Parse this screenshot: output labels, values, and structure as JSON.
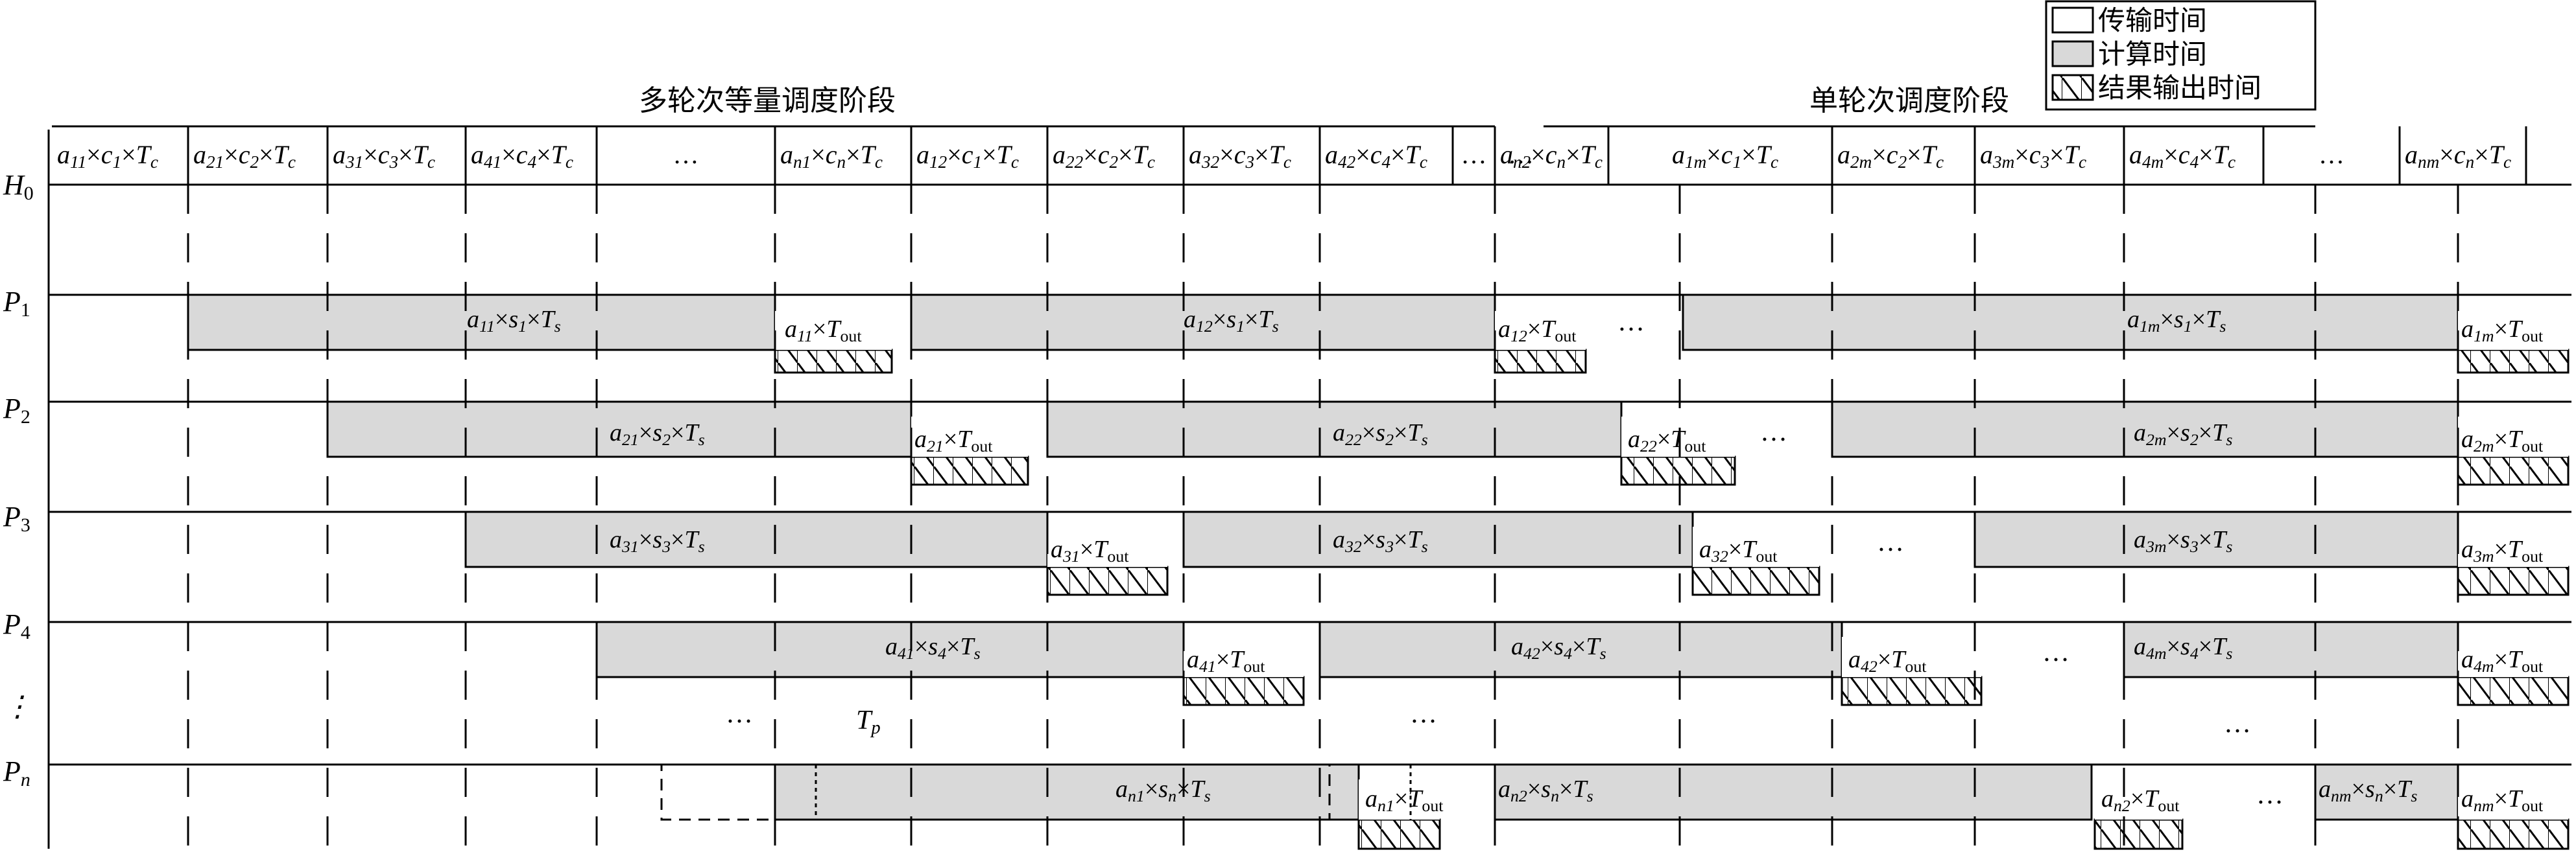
{
  "phase_labels": {
    "multi": "多轮次等量调度阶段",
    "single": "单轮次调度阶段"
  },
  "legend": [
    {
      "text": "传输时间",
      "style": "white"
    },
    {
      "text": "计算时间",
      "style": "gray"
    },
    {
      "text": "结果输出时间",
      "style": "hatch"
    }
  ],
  "colors": {
    "compute_fill": "#d9d9d9",
    "line": "#000000",
    "background": "#ffffff"
  },
  "rows": [
    {
      "main": "H",
      "sub": "0"
    },
    {
      "main": "P",
      "sub": "1"
    },
    {
      "main": "P",
      "sub": "2"
    },
    {
      "main": "P",
      "sub": "3"
    },
    {
      "main": "P",
      "sub": "4"
    },
    {
      "main": "⋮",
      "sub": ""
    },
    {
      "main": "P",
      "sub": "n"
    }
  ],
  "transmissions": [
    {
      "a": "11",
      "c": "1"
    },
    {
      "a": "21",
      "c": "2"
    },
    {
      "a": "31",
      "c": "3"
    },
    {
      "a": "41",
      "c": "4"
    },
    {
      "ellipsis": true
    },
    {
      "a": "n1",
      "c": "n"
    },
    {
      "a": "12",
      "c": "1"
    },
    {
      "a": "22",
      "c": "2"
    },
    {
      "a": "32",
      "c": "3"
    },
    {
      "a": "42",
      "c": "4"
    },
    {
      "ellipsis": true
    },
    {
      "a": "n2",
      "c": "n"
    },
    {
      "ellipsis": true
    },
    {
      "a": "1m",
      "c": "1"
    },
    {
      "a": "2m",
      "c": "2"
    },
    {
      "a": "3m",
      "c": "3"
    },
    {
      "a": "4m",
      "c": "4"
    },
    {
      "ellipsis": true
    },
    {
      "a": "nm",
      "c": "n"
    }
  ],
  "computes": [
    {
      "a": "11",
      "s": "1"
    },
    {
      "a": "12",
      "s": "1"
    },
    {
      "a": "1m",
      "s": "1"
    },
    {
      "a": "21",
      "s": "2"
    },
    {
      "a": "22",
      "s": "2"
    },
    {
      "a": "2m",
      "s": "2"
    },
    {
      "a": "31",
      "s": "3"
    },
    {
      "a": "32",
      "s": "3"
    },
    {
      "a": "3m",
      "s": "3"
    },
    {
      "a": "41",
      "s": "4"
    },
    {
      "a": "42",
      "s": "4"
    },
    {
      "a": "4m",
      "s": "4"
    },
    {
      "a": "n1",
      "s": "n"
    },
    {
      "a": "n2",
      "s": "n"
    },
    {
      "a": "nm",
      "s": "n"
    }
  ],
  "outputs": [
    {
      "a": "11"
    },
    {
      "a": "12"
    },
    {
      "a": "1m"
    },
    {
      "a": "21"
    },
    {
      "a": "22"
    },
    {
      "a": "2m"
    },
    {
      "a": "31"
    },
    {
      "a": "32"
    },
    {
      "a": "3m"
    },
    {
      "a": "41"
    },
    {
      "a": "42"
    },
    {
      "a": "4m"
    },
    {
      "a": "n1"
    },
    {
      "a": "n2"
    },
    {
      "a": "nm"
    }
  ],
  "symbols": {
    "times": "×",
    "a": "a",
    "c": "c",
    "s": "s",
    "T": "T",
    "Tc_sub": "c",
    "Ts_sub": "s",
    "Tout_sub": "out",
    "Tp_main": "T",
    "Tp_sub": "p",
    "ellipsis": "…"
  }
}
